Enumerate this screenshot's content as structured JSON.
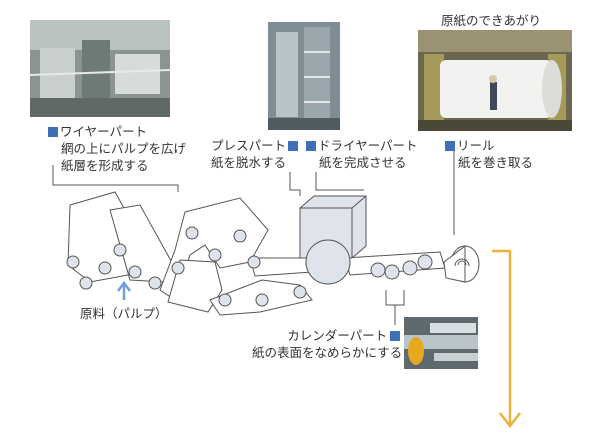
{
  "labels": {
    "finished_paper": "原紙のできあがり",
    "wire_title": "ワイヤーパート",
    "wire_desc_1": "網の上にパルプを広げ",
    "wire_desc_2": "紙層を形成する",
    "press_title": "プレスパート",
    "press_desc": "紙を脱水する",
    "dryer_title": "ドライヤーパート",
    "dryer_desc": "紙を完成させる",
    "reel_title": "リール",
    "reel_desc": "紙を巻き取る",
    "raw_material": "原料（パルプ）",
    "calender_title": "カレンダーパート",
    "calender_desc": "紙の表面をなめらかにする"
  },
  "colors": {
    "marker_blue": "#3f6fb8",
    "flow_arrow": "#e8b23c",
    "pulp_arrow": "#6f9fd8",
    "machine_line": "#555555",
    "roller_fill": "#dfe3ec"
  },
  "photos": [
    {
      "name": "wire-part-photo",
      "subject": "machine hall"
    },
    {
      "name": "press-part-photo",
      "subject": "machine tower"
    },
    {
      "name": "reel-photo",
      "subject": "paper roll"
    },
    {
      "name": "calender-photo",
      "subject": "calender rolls"
    }
  ]
}
